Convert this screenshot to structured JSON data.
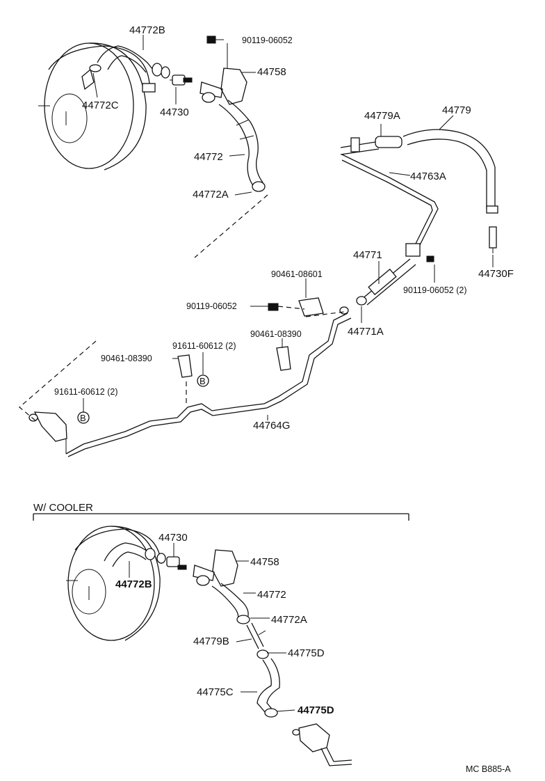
{
  "parts_upper": {
    "p44772B": "44772B",
    "p90119_06052": "90119-06052",
    "p44758": "44758",
    "p44772C": "44772C",
    "p44730": "44730",
    "p44772": "44772",
    "p44772A": "44772A",
    "p44779A": "44779A",
    "p44779": "44779",
    "p44763A": "44763A",
    "p44730F": "44730F",
    "p44771": "44771",
    "p90119_06052_2": "90119-06052 (2)",
    "p44771A": "44771A",
    "p90461_08601": "90461-08601",
    "p90119_06052_b": "90119-06052",
    "p90461_08390_a": "90461-08390",
    "p91611_60612_a": "91611-60612 (2)",
    "p90461_08390_b": "90461-08390",
    "p91611_60612_b": "91611-60612 (2)",
    "p44764G": "44764G",
    "ref_b": "B"
  },
  "cooler_section": {
    "title": "W/ COOLER",
    "p44730": "44730",
    "p44758": "44758",
    "p44772B": "44772B",
    "p44772": "44772",
    "p44772A": "44772A",
    "p44779B": "44779B",
    "p44775D_a": "44775D",
    "p44775C": "44775C",
    "p44775D_b": "44775D"
  },
  "diagram_code": "MC  B885-A"
}
